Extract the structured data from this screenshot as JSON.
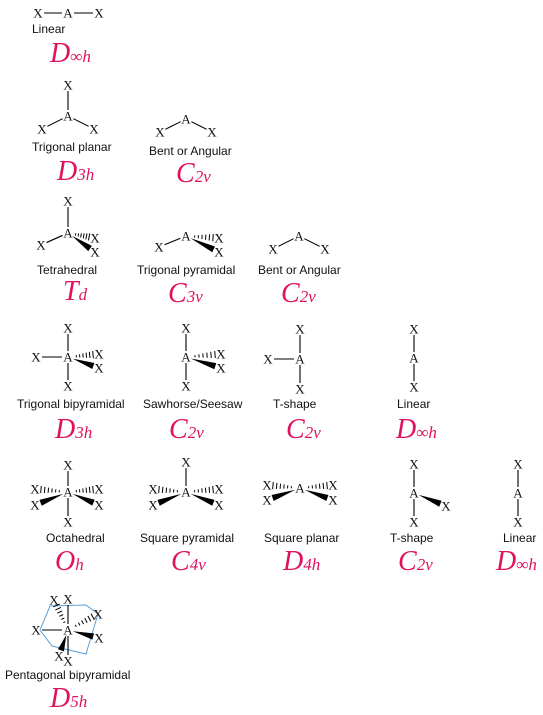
{
  "atoms": {
    "central": "A",
    "ligand": "X"
  },
  "colors": {
    "point_group": "#e0115f",
    "bond": "#000000",
    "pentagon": "#5aa0d8"
  },
  "cells": [
    {
      "geometry": "Linear",
      "pg_main": "D",
      "pg_sub": "∞h"
    },
    {
      "geometry": "Trigonal planar",
      "pg_main": "D",
      "pg_sub": "3h"
    },
    {
      "geometry": "Bent or Angular",
      "pg_main": "C",
      "pg_sub": "2v"
    },
    {
      "geometry": "Tetrahedral",
      "pg_main": "T",
      "pg_sub": "d"
    },
    {
      "geometry": "Trigonal pyramidal",
      "pg_main": "C",
      "pg_sub": "3v"
    },
    {
      "geometry": "Bent or Angular",
      "pg_main": "C",
      "pg_sub": "2v"
    },
    {
      "geometry": "Trigonal bipyramidal",
      "pg_main": "D",
      "pg_sub": "3h"
    },
    {
      "geometry": "Sawhorse/Seesaw",
      "pg_main": "C",
      "pg_sub": "2v"
    },
    {
      "geometry": "T-shape",
      "pg_main": "C",
      "pg_sub": "2v"
    },
    {
      "geometry": "Linear",
      "pg_main": "D",
      "pg_sub": "∞h"
    },
    {
      "geometry": "Octahedral",
      "pg_main": "O",
      "pg_sub": "h"
    },
    {
      "geometry": "Square pyramidal",
      "pg_main": "C",
      "pg_sub": "4v"
    },
    {
      "geometry": "Square planar",
      "pg_main": "D",
      "pg_sub": "4h"
    },
    {
      "geometry": "T-shape",
      "pg_main": "C",
      "pg_sub": "2v"
    },
    {
      "geometry": "Linear",
      "pg_main": "D",
      "pg_sub": "∞h"
    },
    {
      "geometry": "Pentagonal bipyramidal",
      "pg_main": "D",
      "pg_sub": "5h"
    }
  ]
}
